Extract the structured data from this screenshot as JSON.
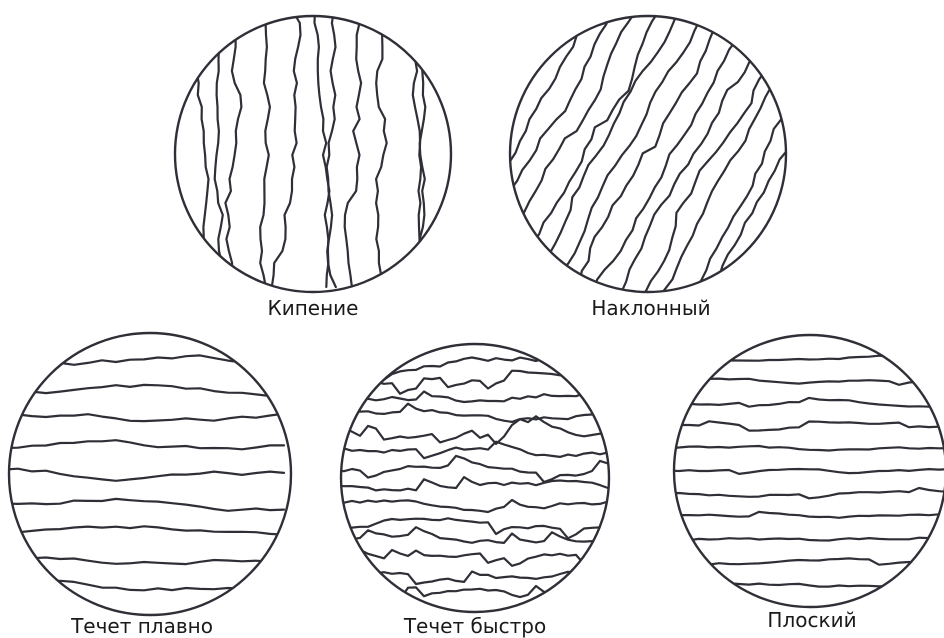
{
  "figures": [
    {
      "id": "kipenie",
      "label": "Кипение",
      "pattern": "vertical"
    },
    {
      "id": "naklonny",
      "label": "Наклонный",
      "pattern": "diagonal"
    },
    {
      "id": "techet-plavno",
      "label": "Течет плавно",
      "pattern": "smooth-horizontal"
    },
    {
      "id": "techet-bystro",
      "label": "Течет быстро",
      "pattern": "jagged-horizontal"
    },
    {
      "id": "ploskiy",
      "label": "Плоский",
      "pattern": "flat-horizontal"
    }
  ],
  "colors": {
    "stroke": "#2f2f37",
    "background": "#ffffff",
    "text": "#1a1a1a"
  }
}
